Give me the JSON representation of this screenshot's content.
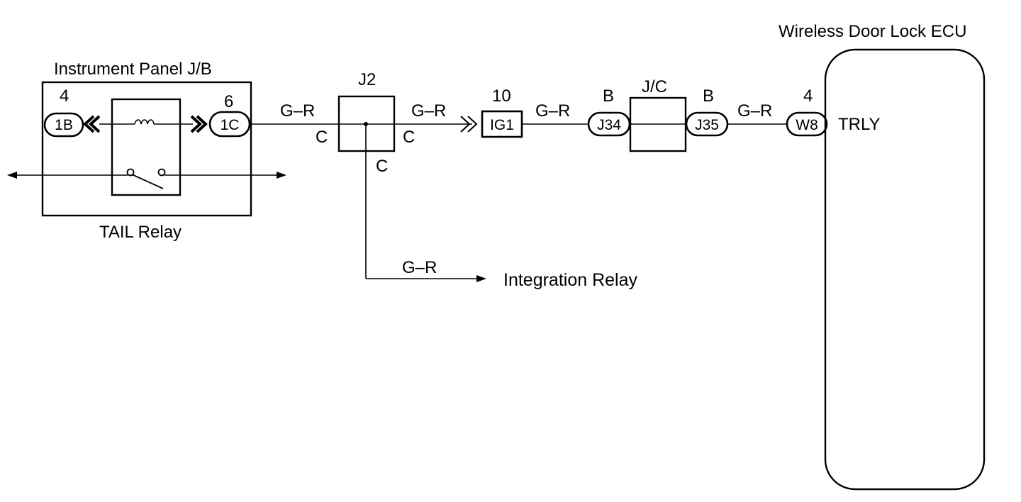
{
  "diagram": {
    "ecu": {
      "title": "Wireless Door Lock ECU",
      "terminal": "TRLY"
    },
    "jb": {
      "title": "Instrument Panel J/B",
      "relay_label": "TAIL Relay"
    },
    "connectors": {
      "c1b": {
        "label": "1B",
        "pin": "4"
      },
      "c1c": {
        "label": "1C",
        "pin": "6"
      },
      "ig1": {
        "label": "IG1",
        "pin": "10"
      },
      "j34": {
        "label": "J34",
        "pin": "B"
      },
      "j35": {
        "label": "J35",
        "pin": "B"
      },
      "w8": {
        "label": "W8",
        "pin": "4"
      }
    },
    "junction_j2": {
      "label": "J2",
      "ports": [
        "C",
        "C",
        "C"
      ]
    },
    "junction_jc": {
      "label": "J/C"
    },
    "wire_color": "G–R",
    "integration": {
      "label": "Integration Relay"
    }
  }
}
